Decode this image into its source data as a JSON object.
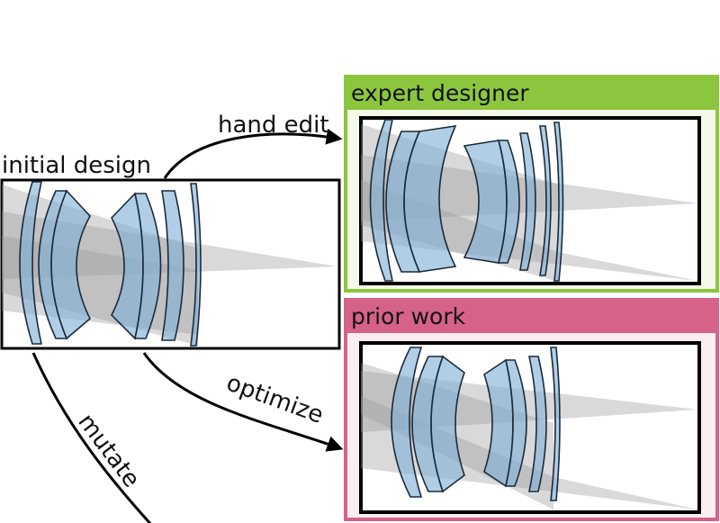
{
  "labels": {
    "initial": "initial design",
    "hand_edit": "hand edit",
    "optimize": "optimize",
    "mutate": "mutate"
  },
  "panels": {
    "expert": {
      "title": "expert designer",
      "color": "#8cc63f",
      "tint": "#f4fae9"
    },
    "prior": {
      "title": "prior work",
      "color": "#d6628a",
      "tint": "#fbeef3"
    }
  },
  "colors": {
    "lens": "#7fb2d6",
    "ray": "#9a9a9a",
    "outline": "#1c2a3a"
  }
}
